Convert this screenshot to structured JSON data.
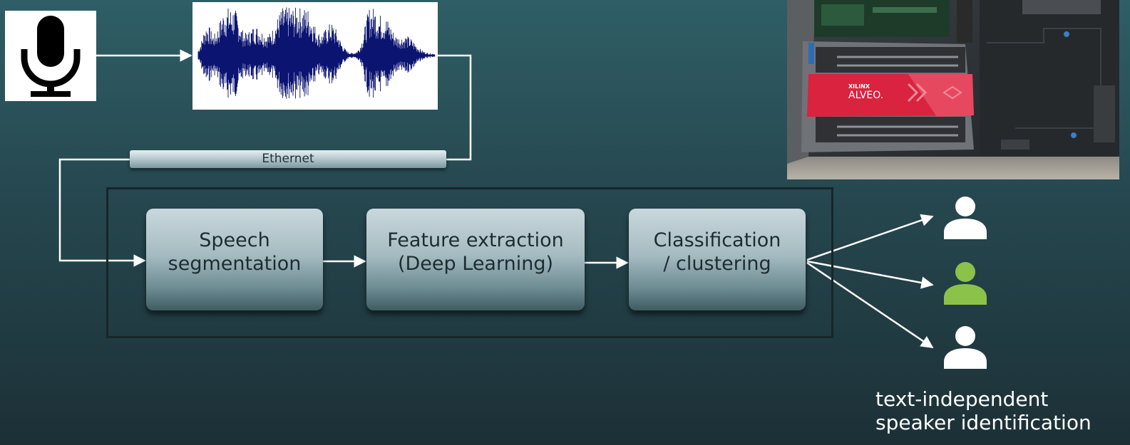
{
  "ethernet_label": "Ethernet",
  "stages": [
    {
      "line1": "Speech",
      "line2": "segmentation"
    },
    {
      "line1": "Feature extraction",
      "line2": "(Deep Learning)"
    },
    {
      "line1": "Classification",
      "line2": "/ clustering"
    }
  ],
  "photo": {
    "brand_small": "XILINX",
    "brand": "ALVEO."
  },
  "caption": {
    "line1": "text-independent",
    "line2": "speaker identification"
  },
  "colors": {
    "background": "#2b555d",
    "highlight_speaker": "#8bc34a",
    "speaker": "#ffffff"
  },
  "icons": {
    "microphone": "microphone-icon",
    "speaker": "person-icon"
  }
}
